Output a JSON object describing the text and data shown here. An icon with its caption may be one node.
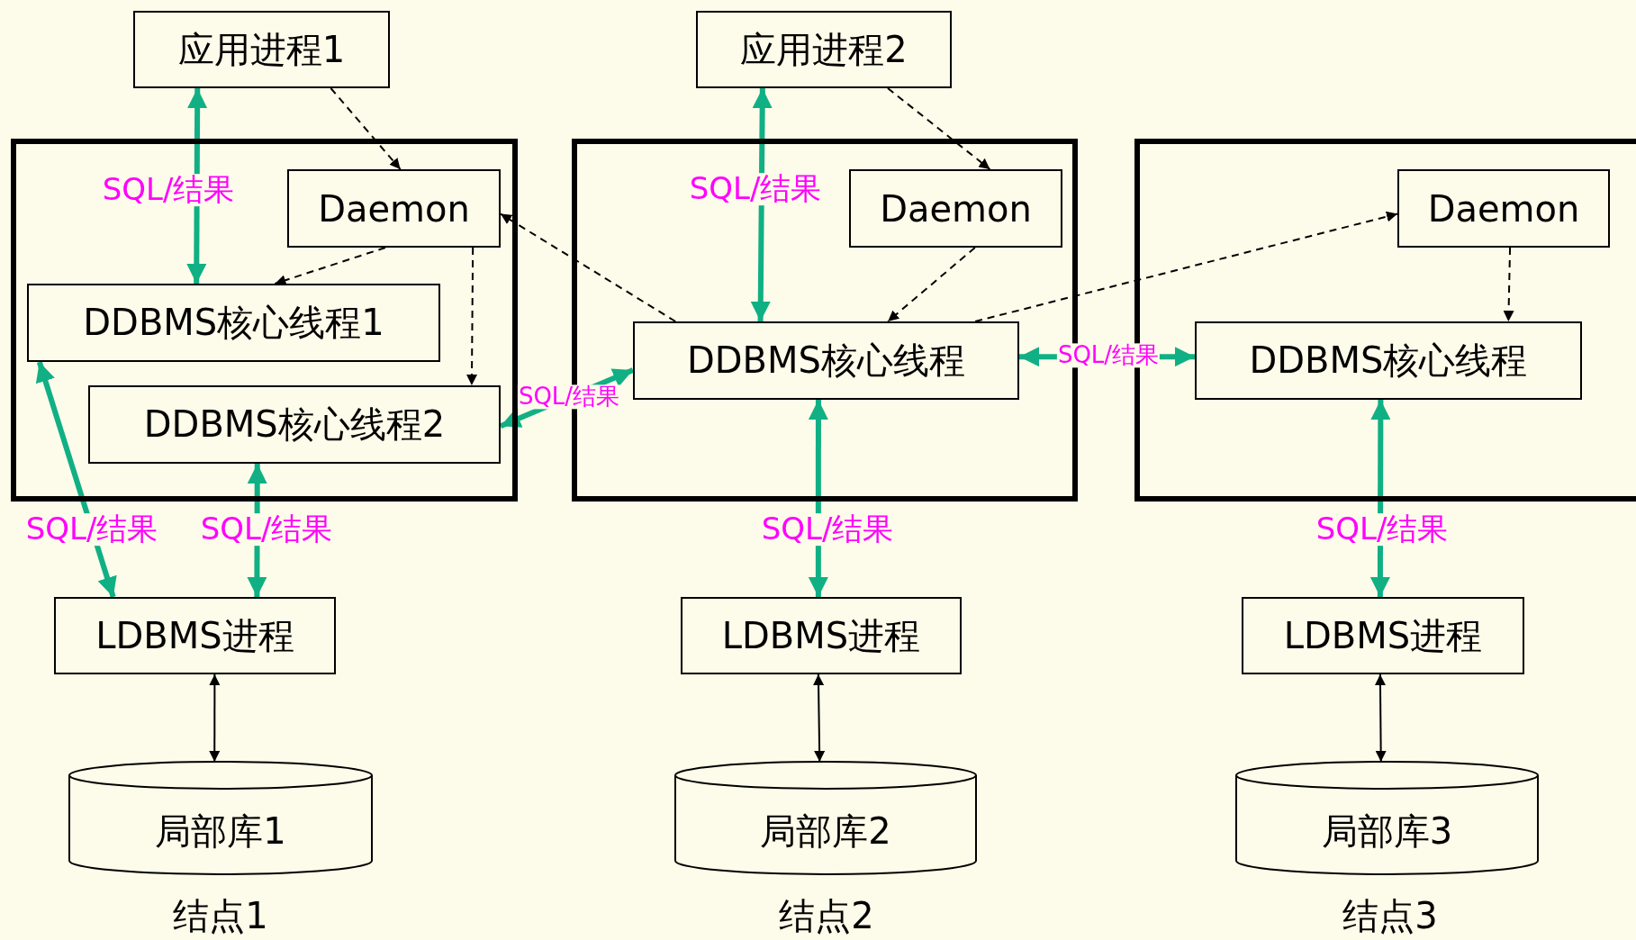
{
  "diagram": {
    "nodes": [
      {
        "text": [
          "应用进程1"
        ]
      },
      {
        "text": [
          "应用进程2"
        ]
      },
      {
        "text": [],
        "shape": "box"
      },
      {
        "text": [
          "Daemon"
        ],
        "in": 2
      },
      {
        "text": [
          "DDBMS核心线程1"
        ],
        "in": 2
      },
      {
        "text": [
          "DDBMS核心线程2"
        ],
        "in": 2
      },
      {
        "text": [],
        "shape": "box"
      },
      {
        "text": [
          "Daemon"
        ],
        "in": 6
      },
      {
        "text": [
          "DDBMS核心线程"
        ],
        "in": 6
      },
      {
        "text": [],
        "shape": "box"
      },
      {
        "text": [
          "Daemon"
        ],
        "in": 9
      },
      {
        "text": [
          "DDBMS核心线程"
        ],
        "in": 9
      },
      {
        "text": [
          "LDBMS进程"
        ]
      },
      {
        "text": [
          "LDBMS进程"
        ]
      },
      {
        "text": [
          "LDBMS进程"
        ]
      },
      {
        "text": [
          "局部库1"
        ]
      },
      {
        "text": [
          "局部库2"
        ]
      },
      {
        "text": [
          "局部库3"
        ]
      }
    ],
    "edges": [
      {
        "from": 0,
        "to": 4,
        "arrow": "both",
        "label": "SQL/结果",
        "style": "thick",
        "color": "#10b084"
      },
      {
        "from": 4,
        "to": 12,
        "arrow": "both",
        "label": "SQL/结果",
        "style": "thick",
        "color": "#10b084"
      },
      {
        "from": 5,
        "to": 12,
        "arrow": "both",
        "label": "SQL/结果",
        "style": "thick",
        "color": "#10b084"
      },
      {
        "from": 5,
        "to": 8,
        "arrow": "both",
        "label": "SQL/结果",
        "style": "thick",
        "color": "#10b084"
      },
      {
        "from": 1,
        "to": 8,
        "arrow": "both",
        "label": "SQL/结果",
        "style": "thick",
        "color": "#10b084"
      },
      {
        "from": 8,
        "to": 11,
        "arrow": "both",
        "label": "SQL/结果",
        "style": "thick",
        "color": "#10b084"
      },
      {
        "from": 8,
        "to": 13,
        "arrow": "both",
        "label": "SQL/结果",
        "style": "thick",
        "color": "#10b084"
      },
      {
        "from": 11,
        "to": 14,
        "arrow": "both",
        "label": "SQL/结果",
        "style": "thick",
        "color": "#10b084"
      },
      {
        "from": 0,
        "to": 3,
        "arrow": "to",
        "style": "dashed"
      },
      {
        "from": 3,
        "to": 4,
        "arrow": "to",
        "style": "dashed"
      },
      {
        "from": 3,
        "to": 5,
        "arrow": "to",
        "style": "dashed"
      },
      {
        "from": 8,
        "to": 3,
        "arrow": "to",
        "style": "dashed"
      },
      {
        "from": 1,
        "to": 7,
        "arrow": "to",
        "style": "dashed"
      },
      {
        "from": 7,
        "to": 8,
        "arrow": "to",
        "style": "dashed"
      },
      {
        "from": 8,
        "to": 10,
        "arrow": "to",
        "style": "dashed"
      },
      {
        "from": 10,
        "to": 11,
        "arrow": "to",
        "style": "dashed"
      },
      {
        "from": 12,
        "to": 15,
        "arrow": "both"
      },
      {
        "from": 13,
        "to": 16,
        "arrow": "both"
      },
      {
        "from": 14,
        "to": 17,
        "arrow": "both"
      }
    ],
    "labels": [
      "结点1",
      "结点2",
      "结点3"
    ]
  }
}
